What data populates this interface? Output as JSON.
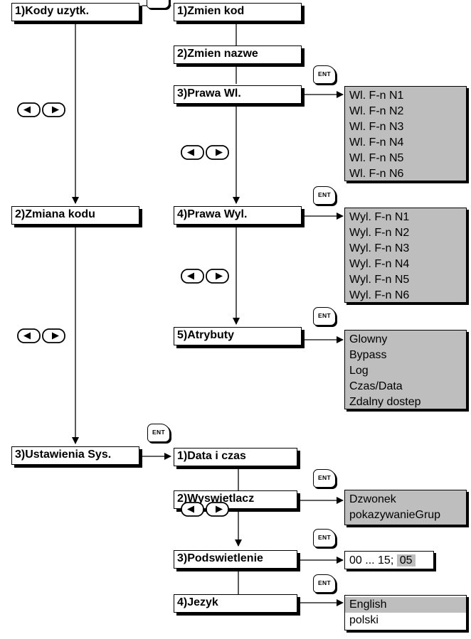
{
  "level1": {
    "users_codes": "1)Kody uzytk.",
    "change_code": "2)Zmiana kodu",
    "system_settings": "3)Ustawienia Sys."
  },
  "users_menu": {
    "change_code": "1)Zmien kod",
    "change_name": "2)Zmien nazwe",
    "on_rights": "3)Prawa Wl.",
    "off_rights": "4)Prawa Wyl.",
    "attributes": "5)Atrybuty"
  },
  "on_rights_options": [
    "Wl. F-n N1",
    "Wl. F-n N2",
    "Wl. F-n N3",
    "Wl. F-n N4",
    "Wl. F-n N5",
    "Wl. F-n N6"
  ],
  "off_rights_options": [
    "Wyl. F-n N1",
    "Wyl. F-n N2",
    "Wyl. F-n N3",
    "Wyl. F-n N4",
    "Wyl. F-n N5",
    "Wyl. F-n N6"
  ],
  "attribute_options": [
    "Glowny",
    "Bypass",
    "Log",
    "Czas/Data",
    "Zdalny dostep"
  ],
  "system_menu": {
    "date_time": "1)Data i czas",
    "display": "2)Wyswietlacz",
    "backlight": "3)Podswietlenie",
    "language": "4)Jezyk"
  },
  "display_options": [
    "Dzwonek",
    "pokazywanieGrup"
  ],
  "backlight": {
    "range": "00 ... 15; ",
    "value": "05"
  },
  "language_options": [
    "English",
    "polski"
  ],
  "keys": {
    "enter_label": "ENT"
  },
  "icons": {
    "nav": "left-right-arrow-keys-icon",
    "enter": "enter-key-icon"
  },
  "colors": {
    "option_fill": "#bebebe",
    "line": "#000000"
  }
}
